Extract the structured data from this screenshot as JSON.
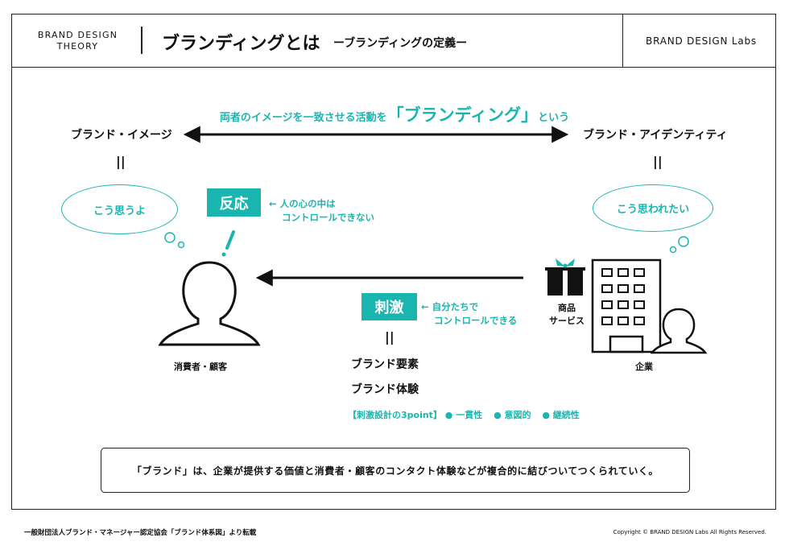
{
  "header": {
    "theory_line1": "BRAND DESIGN",
    "theory_line2": "THEORY",
    "title": "ブランディングとは",
    "subtitle": "ーブランディングの定義ー",
    "labs": "BRAND DESIGN Labs"
  },
  "top": {
    "caption_pre": "両者のイメージを一致させる活動を",
    "caption_em": "「ブランディング」",
    "caption_post": "という",
    "left_label": "ブランド・イメージ",
    "right_label": "ブランド・アイデンティティ",
    "equal_sign": "||"
  },
  "consumer": {
    "thought": "こう思うよ",
    "reaction_tag": "反応",
    "reaction_note_line1": "← 人の心の中は",
    "reaction_note_line2": "コントロールできない",
    "exclaim": "!",
    "label": "消費者・顧客"
  },
  "company": {
    "thought": "こう思われたい",
    "product_line1": "商品",
    "product_line2": "サービス",
    "label": "企業"
  },
  "stimulus": {
    "tag": "刺激",
    "note_line1": "← 自分たちで",
    "note_line2": "コントロールできる",
    "equal_sign": "||",
    "element1": "ブランド要素",
    "element2": "ブランド体験",
    "tips_label": "【刺激設計の3point】",
    "tips": [
      "● 一貫性",
      "● 意図的",
      "● 継続性"
    ]
  },
  "summary": "「ブランド」は、企業が提供する価値と消費者・顧客のコンタクト体験などが複合的に結びついてつくられていく。",
  "footer": {
    "left": "一般財団法人ブランド・マネージャー認定協会「ブランド体系図」より転載",
    "right": "Copyright © BRAND DESIGN Labs All Rights Reserved."
  },
  "colors": {
    "accent": "#1bb5b0",
    "ink": "#111111"
  }
}
